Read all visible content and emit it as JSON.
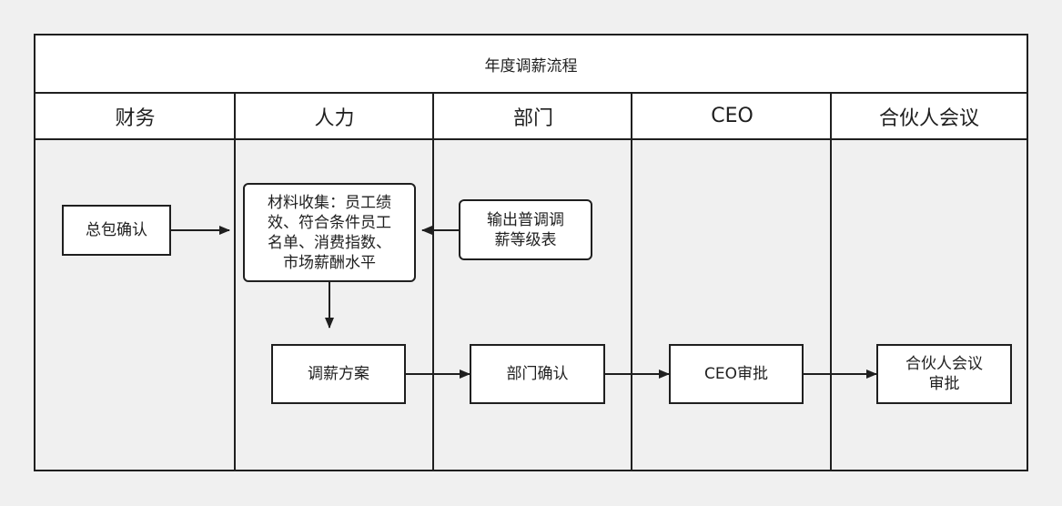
{
  "diagram": {
    "title": "年度调薪流程",
    "lanes": [
      {
        "id": "finance",
        "label": "财务"
      },
      {
        "id": "hr",
        "label": "人力"
      },
      {
        "id": "dept",
        "label": "部门"
      },
      {
        "id": "ceo",
        "label": "CEO"
      },
      {
        "id": "partners",
        "label": "合伙人会议"
      }
    ],
    "nodes": {
      "total_package_confirm": {
        "label": "总包确认",
        "lane": "finance"
      },
      "material_collection": {
        "lines": [
          "材料收集：员工绩",
          "效、符合条件员工",
          "名单、消费指数、",
          "市场薪酬水平"
        ],
        "lane": "hr"
      },
      "output_grade_table": {
        "lines": [
          "输出普调调",
          "薪等级表"
        ],
        "lane": "dept"
      },
      "salary_plan": {
        "label": "调薪方案",
        "lane": "hr"
      },
      "dept_confirm": {
        "label": "部门确认",
        "lane": "dept"
      },
      "ceo_approval": {
        "label": "CEO审批",
        "lane": "ceo"
      },
      "partner_approval": {
        "lines": [
          "合伙人会议",
          "审批"
        ],
        "lane": "partners"
      }
    },
    "edges": [
      {
        "from": "total_package_confirm",
        "to": "material_collection"
      },
      {
        "from": "output_grade_table",
        "to": "material_collection"
      },
      {
        "from": "material_collection",
        "to": "salary_plan"
      },
      {
        "from": "salary_plan",
        "to": "dept_confirm"
      },
      {
        "from": "dept_confirm",
        "to": "ceo_approval"
      },
      {
        "from": "ceo_approval",
        "to": "partner_approval"
      }
    ]
  }
}
